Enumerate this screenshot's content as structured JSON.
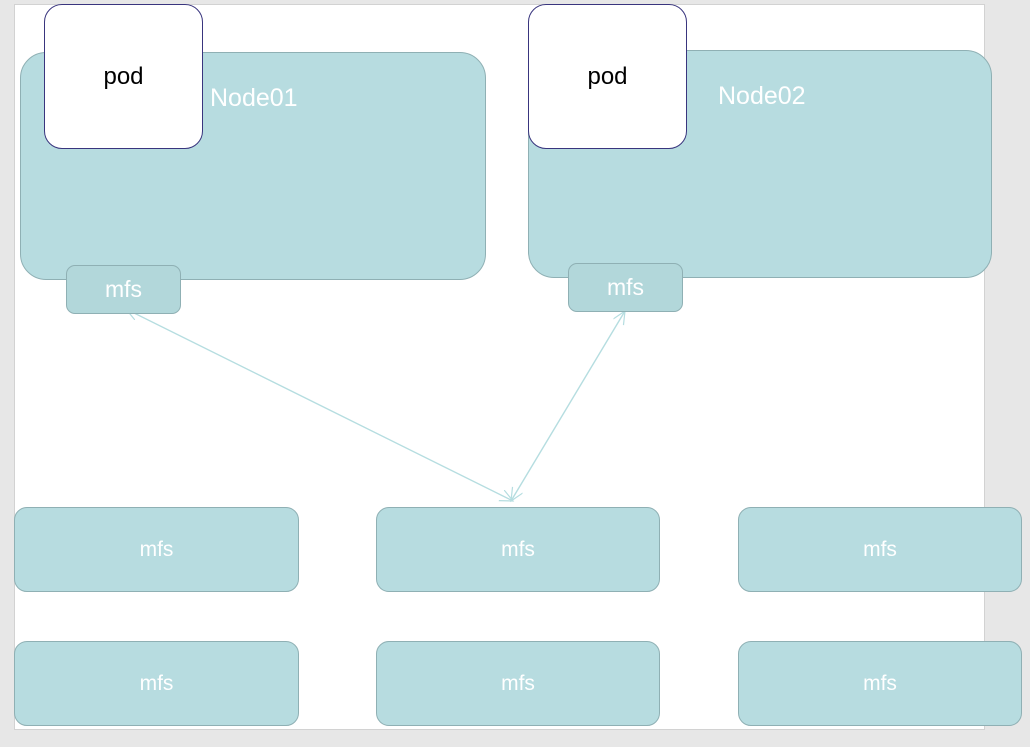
{
  "canvas": {
    "background": "#ffffff",
    "page_background": "#e7e7e7",
    "border_color": "#d2d2d2"
  },
  "palette": {
    "node_fill": "#b7dce0",
    "node_border": "#8fb0b4",
    "mfs_fill": "#b2d7da",
    "pod_fill": "#ffffff",
    "pod_border": "#39357e",
    "label_white": "#ffffff",
    "label_black": "#000000",
    "edge_teal": "#b5dde0",
    "edge_black": "#000000"
  },
  "nodes": {
    "node01": {
      "label": "Node01",
      "pod_label": "pod",
      "mfs_label": "mfs"
    },
    "node02": {
      "label": "Node02",
      "pod_label": "pod",
      "mfs_label": "mfs"
    }
  },
  "storage_grid": {
    "rows": [
      [
        {
          "label": "mfs"
        },
        {
          "label": "mfs"
        },
        {
          "label": "mfs"
        }
      ],
      [
        {
          "label": "mfs"
        },
        {
          "label": "mfs"
        },
        {
          "label": "mfs"
        }
      ]
    ]
  },
  "edges": [
    {
      "name": "pod-to-mfs-node01",
      "label": "",
      "color": "#000000",
      "arrowheads": "both"
    },
    {
      "name": "mfs-node01-to-mfs-cluster",
      "label": "",
      "color": "#b5dde0",
      "arrowheads": "both"
    },
    {
      "name": "mfs-node02-to-mfs-cluster",
      "label": "",
      "color": "#b5dde0",
      "arrowheads": "both"
    }
  ]
}
